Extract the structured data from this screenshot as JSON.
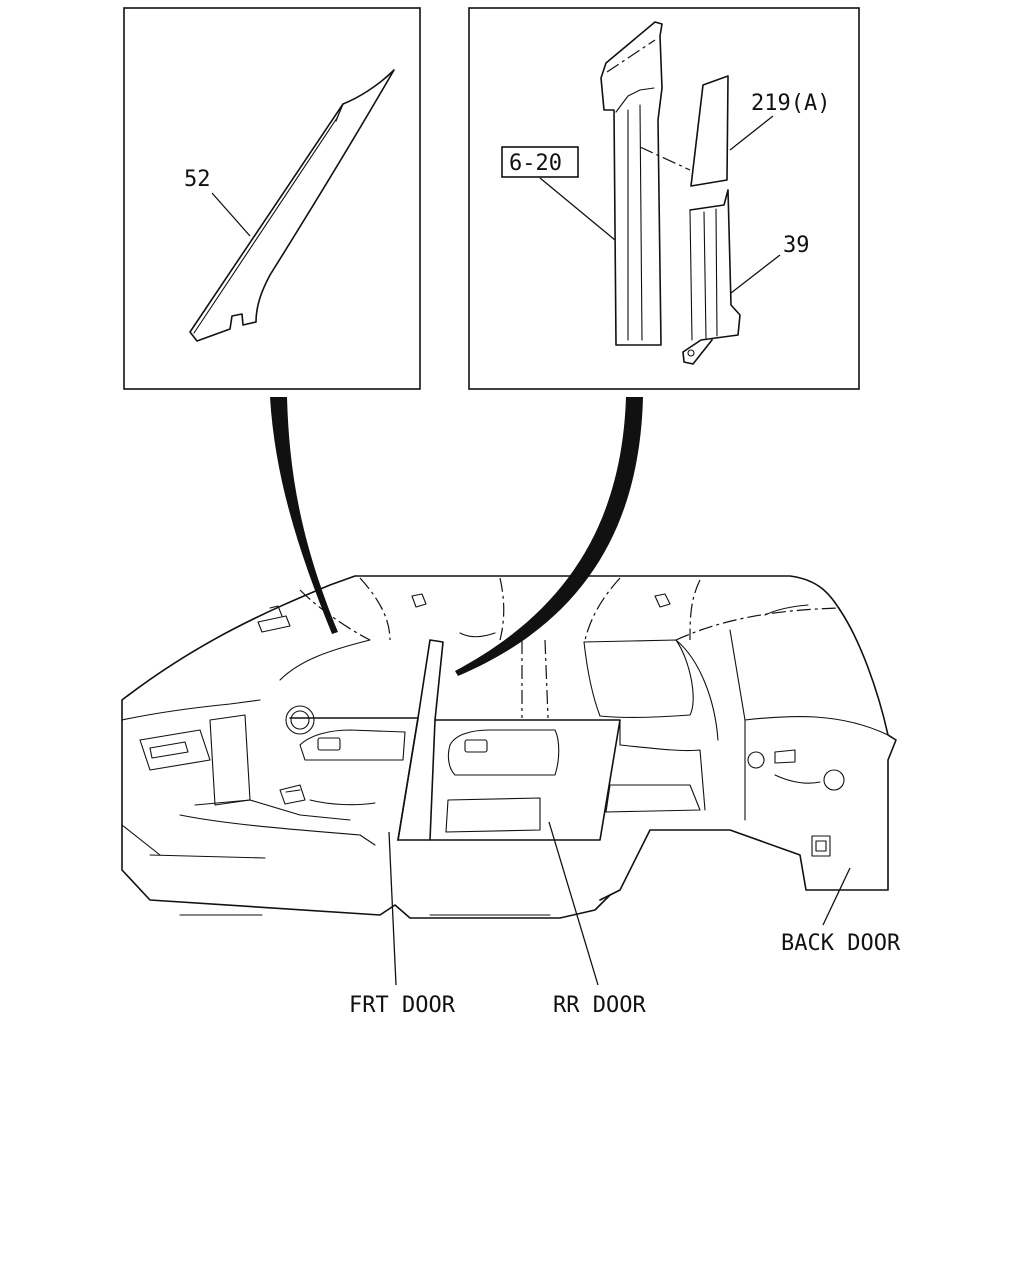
{
  "callouts": {
    "part_52": "52",
    "part_6_20": "6-20",
    "part_219a": "219(A)",
    "part_39": "39"
  },
  "doors": {
    "front": "FRT DOOR",
    "rear": "RR DOOR",
    "back": "BACK DOOR"
  }
}
